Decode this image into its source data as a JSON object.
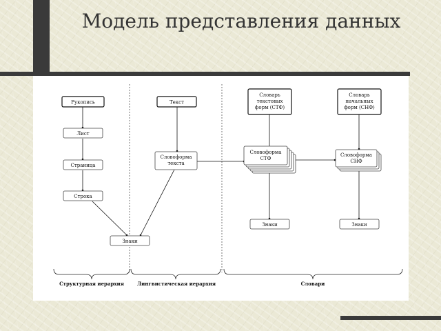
{
  "slide": {
    "title": "Модель представления данных"
  },
  "diagram": {
    "nodes": {
      "manuscript": "Рукопись",
      "sheet": "Лист",
      "page": "Страница",
      "line": "Строка",
      "signs_left": "Знаки",
      "text": "Текст",
      "wordform_text_1": "Словоформа",
      "wordform_text_2": "текста",
      "dict_tf_1": "Словарь",
      "dict_tf_2": "текстовых",
      "dict_tf_3": "форм (СТФ)",
      "wordform_stf_1": "Словоформа",
      "wordform_stf_2": "СТФ",
      "signs_stf": "Знаки",
      "dict_nf_1": "Словарь",
      "dict_nf_2": "начальных",
      "dict_nf_3": "форм (СНФ)",
      "wordform_snf_1": "Словоформа",
      "wordform_snf_2": "СНФ",
      "signs_snf": "Знаки"
    },
    "sections": {
      "structural": "Структурная иерархия",
      "linguistic": "Лингвистическая иерархия",
      "dictionaries": "Словари"
    }
  }
}
